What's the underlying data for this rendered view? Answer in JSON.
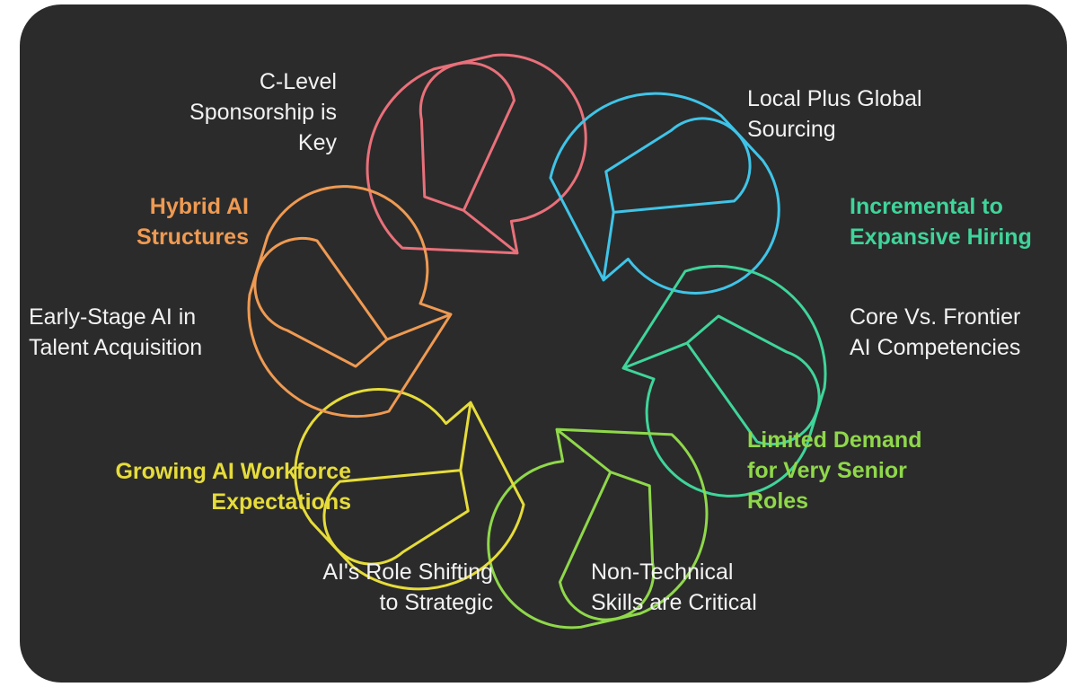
{
  "colors": {
    "background": "#2b2b2b",
    "page": "#ffffff",
    "default_text": "#f2f2f2",
    "red": "#e9707a",
    "blue": "#3fc4e8",
    "teal": "#3fd59a",
    "green": "#8fd84a",
    "yellow": "#e6dc3a",
    "orange": "#ef9a52"
  },
  "labels": {
    "c_level": {
      "lines": [
        "C-Level",
        "Sponsorship is",
        "Key"
      ]
    },
    "local_global": {
      "lines": [
        "Local Plus Global",
        "Sourcing"
      ]
    },
    "hybrid": {
      "lines": [
        "Hybrid AI",
        "Structures"
      ],
      "color": "#ef9a52"
    },
    "incremental": {
      "lines": [
        "Incremental to",
        "Expansive Hiring"
      ],
      "color": "#3fd59a"
    },
    "early_stage": {
      "lines": [
        "Early-Stage AI in",
        "Talent Acquisition"
      ]
    },
    "core_frontier": {
      "lines": [
        "Core Vs. Frontier",
        "AI Competencies"
      ]
    },
    "limited_demand": {
      "lines": [
        "Limited Demand",
        "for Very Senior",
        "Roles"
      ],
      "color": "#8fd84a"
    },
    "growing": {
      "lines": [
        "Growing AI Workforce",
        "Expectations"
      ],
      "color": "#e6dc3a"
    },
    "ai_role": {
      "lines": [
        "AI's Role Shifting",
        "to Strategic"
      ]
    },
    "non_technical": {
      "lines": [
        "Non-Technical",
        "Skills are Critical"
      ]
    }
  },
  "loops": [
    {
      "name": "red-loop",
      "color": "#e9707a"
    },
    {
      "name": "blue-loop",
      "color": "#3fc4e8"
    },
    {
      "name": "teal-loop",
      "color": "#3fd59a"
    },
    {
      "name": "green-loop",
      "color": "#8fd84a"
    },
    {
      "name": "yellow-loop",
      "color": "#e6dc3a"
    },
    {
      "name": "orange-loop",
      "color": "#ef9a52"
    }
  ]
}
